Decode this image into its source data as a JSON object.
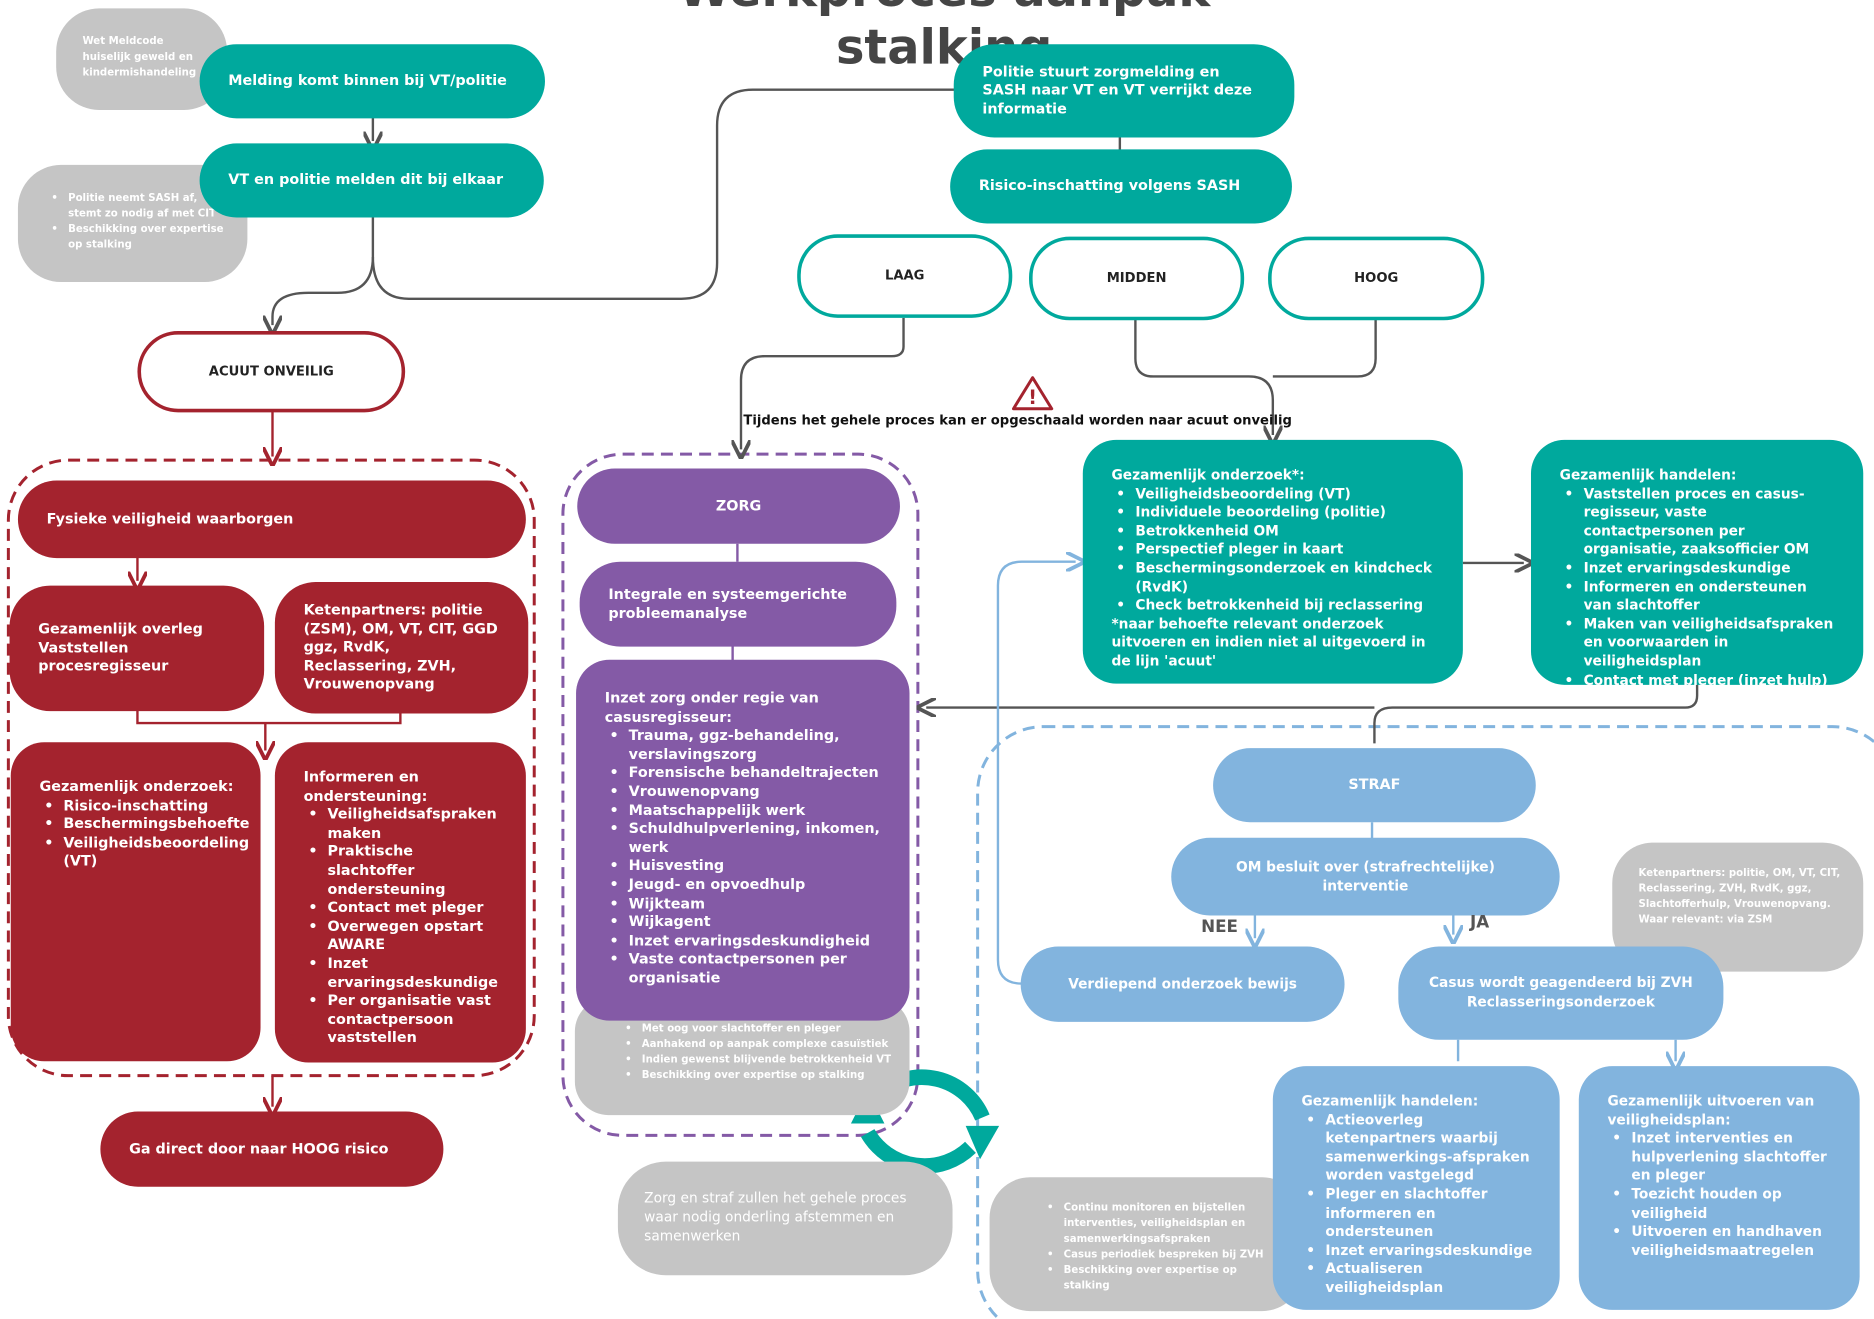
{
  "title": "Werkproces aanpak stalking",
  "top": {
    "meldcode": "Wet Meldcode huiselijk geweld en kindermishandeling",
    "melding": "Melding komt binnen bij VT/politie",
    "melden": "VT en politie melden dit bij elkaar",
    "politie_notes": [
      "Politie neemt SASH af, stemt zo nodig af met CIT",
      "Beschikking over expertise op stalking"
    ],
    "zorgmelding": "Politie stuurt zorgmelding en SASH naar VT en VT verrijkt deze informatie",
    "risico": "Risico-inschatting volgens SASH",
    "laag": "LAAG",
    "midden": "MIDDEN",
    "hoog": "HOOG",
    "warning": "Tijdens het gehele proces kan er opgeschaald worden naar acuut onveilig"
  },
  "acuut": {
    "header": "ACUUT ONVEILIG",
    "fysiek": "Fysieke veiligheid waarborgen",
    "overleg": "Gezamenlijk overleg Vaststellen procesregisseur",
    "ketenpartners": "Ketenpartners: politie (ZSM), OM, VT, CIT, GGD ggz, RvdK, Reclassering, ZVH, Vrouwenopvang",
    "onderzoek_title": "Gezamenlijk onderzoek:",
    "onderzoek_items": [
      "Risico-inschatting",
      "Beschermingsbehoefte",
      "Veiligheidsbeoordeling (VT)"
    ],
    "informeren_title": "Informeren en ondersteuning:",
    "informeren_items": [
      "Veiligheidsafspraken maken",
      "Praktische slachtoffer ondersteuning",
      "Contact met pleger",
      "Overwegen opstart AWARE",
      "Inzet ervaringsdeskundige",
      "Per organisatie vast contactpersoon vaststellen"
    ],
    "hoog": "Ga direct door naar HOOG risico"
  },
  "zorg": {
    "header": "ZORG",
    "analyse": "Integrale en systeemgerichte probleemanalyse",
    "inzet_title": "Inzet zorg onder regie van casusregisseur:",
    "inzet_items": [
      "Trauma, ggz-behandeling, verslavingszorg",
      "Forensische behandeltrajecten",
      "Vrouwenopvang",
      "Maatschappelijk werk",
      "Schuldhulpverlening, inkomen, werk",
      "Huisvesting",
      "Jeugd- en opvoedhulp",
      "Wijkteam",
      "Wijkagent",
      "Inzet ervaringsdeskundigheid",
      "Vaste contactpersonen per organisatie"
    ],
    "notes": [
      "Met oog voor slachtoffer en pleger",
      "Aanhakend op aanpak complexe casuïstiek",
      "Indien gewenst blijvende betrokkenheid VT",
      "Beschikking over expertise op stalking"
    ],
    "afstemmen": "Zorg en straf zullen het gehele proces waar nodig onderling afstemmen en samenwerken"
  },
  "onderzoek": {
    "title": "Gezamenlijk onderzoek*:",
    "items": [
      "Veiligheidsbeoordeling (VT)",
      "Individuele beoordeling (politie)",
      "Betrokkenheid OM",
      "Perspectief pleger in kaart",
      "Beschermingsonderzoek en kindcheck (RvdK)",
      "Check betrokkenheid bij reclassering"
    ],
    "footnote": "*naar behoefte relevant onderzoek uitvoeren en indien niet al uitgevoerd in de lijn 'acuut'"
  },
  "handelen_top": {
    "title": "Gezamenlijk handelen:",
    "items": [
      "Vaststellen proces en casus-regisseur, vaste contactpersonen per organisatie, zaaksofficier OM",
      "Inzet ervaringsdeskundige",
      "Informeren en ondersteunen van slachtoffer",
      "Maken van veiligheidsafspraken en voorwaarden in veiligheidsplan",
      "Contact met pleger (inzet hulp)"
    ]
  },
  "straf": {
    "header": "STRAF",
    "om": "OM besluit over (strafrechtelijke) interventie",
    "nee": "NEE",
    "ja": "JA",
    "ketenpartners": "Ketenpartners: politie, OM, VT, CIT, Reclassering, ZVH, RvdK, ggz, Slachtofferhulp, Vrouwenopvang. Waar relevant: via ZSM",
    "bewijs": "Verdiepend onderzoek bewijs",
    "zvh": "Casus wordt geagendeerd bij ZVH Reclasseringsonderzoek",
    "monitor_items": [
      "Continu monitoren en bijstellen interventies, veiligheidsplan en samenwerkingsafspraken",
      "Casus periodiek bespreken bij ZVH",
      "Beschikking over expertise op stalking"
    ],
    "handelen_title": "Gezamenlijk handelen:",
    "handelen_items": [
      "Actieoverleg ketenpartners waarbij samenwerkings-afspraken worden vastgelegd",
      "Pleger en slachtoffer informeren en ondersteunen",
      "Inzet ervaringsdeskundige",
      "Actualiseren veiligheidsplan"
    ],
    "uitvoeren_title": "Gezamenlijk uitvoeren van veiligheidsplan:",
    "uitvoeren_items": [
      "Inzet interventies en hulpverlening slachtoffer en pleger",
      "Toezicht houden op veiligheid",
      "Uitvoeren en handhaven veiligheidsmaatregelen"
    ]
  },
  "colors": {
    "teal": "#00a99d",
    "red": "#a4232e",
    "purple": "#845aa6",
    "blue": "#82b4de",
    "gray": "#c5c5c5"
  }
}
